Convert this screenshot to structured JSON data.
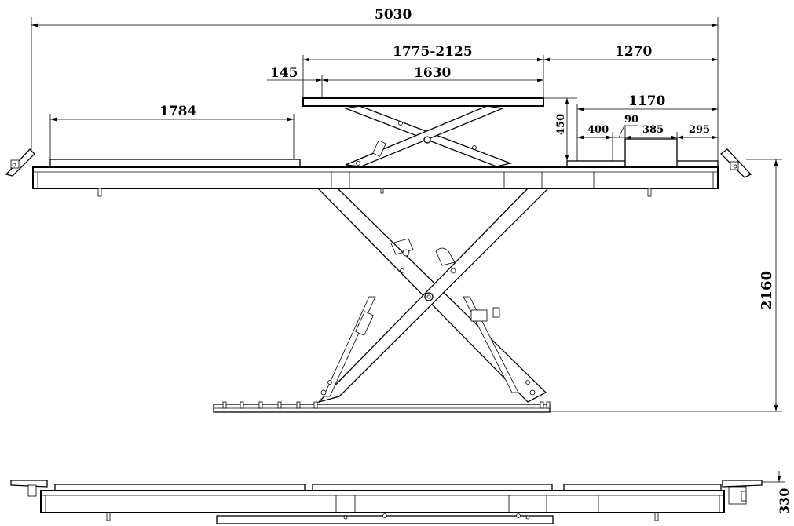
{
  "dimensions": {
    "overall_length": "5030",
    "secondary_platform_range": "1775-2125",
    "right_end_length": "1270",
    "front_offset": "145",
    "secondary_platform_length": "1630",
    "left_runway": "1784",
    "secondary_lift_height": "450",
    "right_section_length": "1170",
    "segment_a": "400",
    "segment_b": "90",
    "segment_c": "385",
    "segment_d": "295",
    "max_lift_height": "2160",
    "collapsed_height": "330"
  },
  "colors": {
    "line": "#000000",
    "background": "#ffffff"
  }
}
